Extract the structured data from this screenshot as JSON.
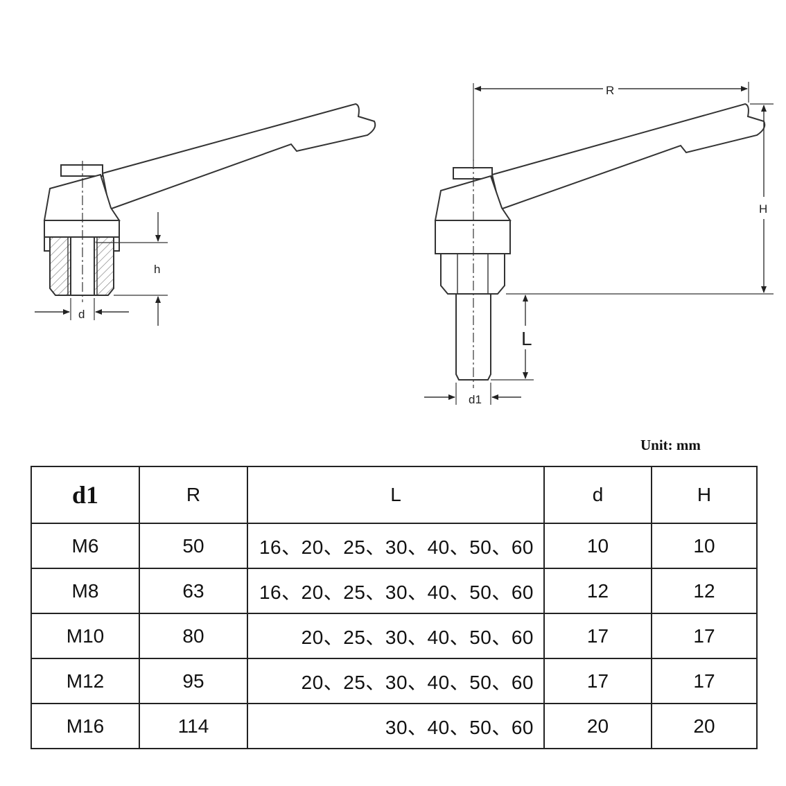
{
  "drawing_labels": {
    "left_d": "d",
    "left_h": "h",
    "right_R": "R",
    "right_H": "H",
    "right_L": "L",
    "right_d1": "d1"
  },
  "unit_label": "Unit: mm",
  "table": {
    "headers": [
      "d1",
      "R",
      "L",
      "d",
      "H"
    ],
    "rows": [
      [
        "M6",
        "50",
        "16、20、25、30、40、50、60",
        "10",
        "10"
      ],
      [
        "M8",
        "63",
        "16、20、25、30、40、50、60",
        "12",
        "12"
      ],
      [
        "M10",
        "80",
        "20、25、30、40、50、60",
        "17",
        "17"
      ],
      [
        "M12",
        "95",
        "20、25、30、40、50、60",
        "17",
        "17"
      ],
      [
        "M16",
        "114",
        "30、40、50、60",
        "20",
        "20"
      ]
    ]
  }
}
